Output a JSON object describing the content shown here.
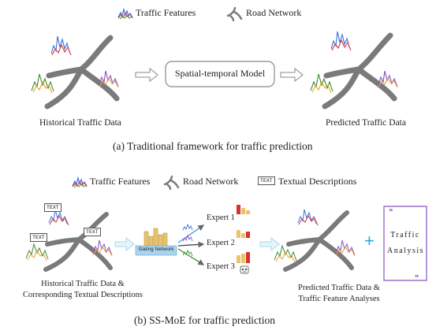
{
  "colors": {
    "road": "#7a7a7a",
    "blue": "#3a6fd8",
    "green": "#3f8a2e",
    "red": "#d83a3a",
    "purple": "#8a4fc8",
    "orange": "#e8a43a",
    "cyan_arrow": "#a8d8f0",
    "plus": "#29a8e0",
    "frame_purple": "#9b6bc9",
    "bar_gold": "#e9c46a",
    "bar_red": "#d6322f",
    "gating_blue": "#a9d3ee"
  },
  "top": {
    "legend": {
      "traffic_features": "Traffic Features",
      "road_network": "Road Network"
    },
    "model_label": "Spatial-temporal Model",
    "left_label": "Historical Traffic Data",
    "right_label": "Predicted Traffic Data",
    "caption": "(a)  Traditional framework for traffic prediction"
  },
  "bottom": {
    "legend": {
      "traffic_features": "Traffic Features",
      "road_network": "Road Network",
      "textual_descriptions": "Textual Descriptions",
      "text_icon": "TEXT"
    },
    "text_badges": [
      "TEXT",
      "TEXT",
      "TEXT"
    ],
    "gating_label": "Gating Network",
    "experts": [
      "Expert 1",
      "Expert 2",
      "Expert 3"
    ],
    "analysis_text_1": "Traffic",
    "analysis_text_2": "Analysis",
    "quote_mark": "❝",
    "plus": "+",
    "left_label_1": "Historical Traffic Data &",
    "left_label_2": "Corresponding Textual Descriptions",
    "right_label_1": "Predicted Traffic Data &",
    "right_label_2": "Traffic Feature Analyses",
    "caption": "(b)  SS-MoE for traffic prediction"
  }
}
